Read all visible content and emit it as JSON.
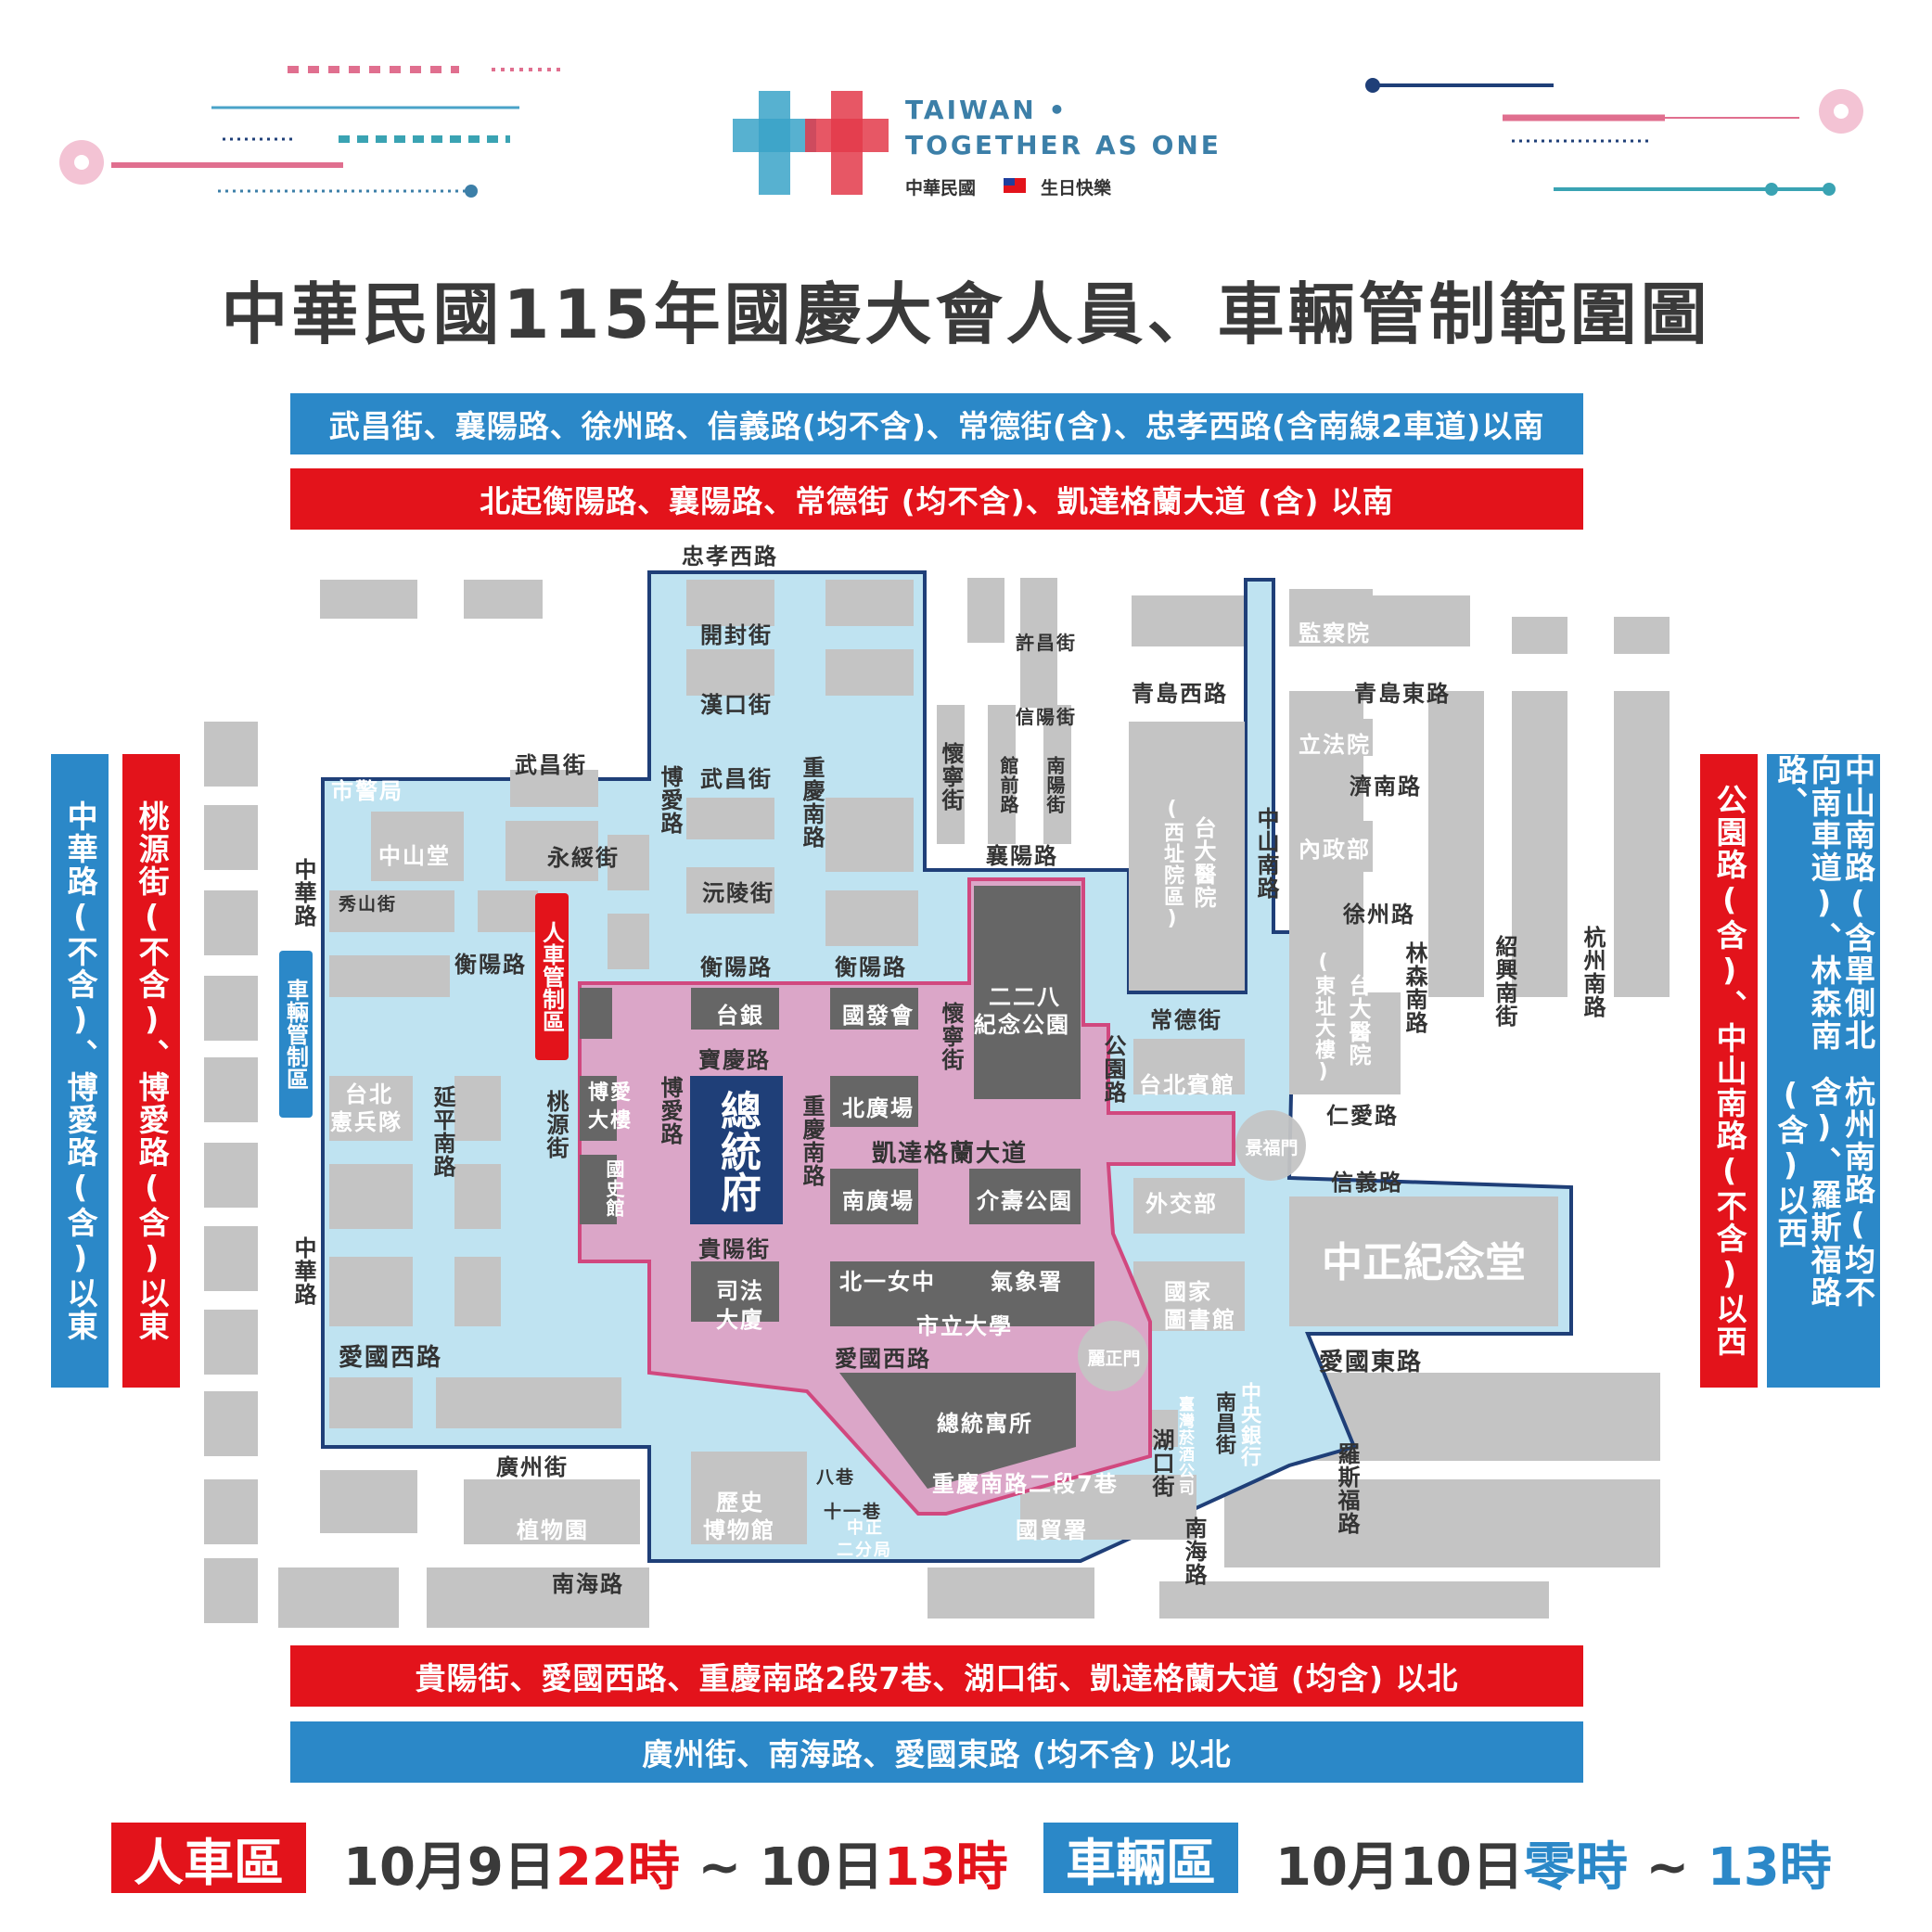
{
  "header": {
    "logo_line1": "TAIWAN •",
    "logo_line2": "TOGETHER AS ONE",
    "logo_sub_left": "中華民國",
    "logo_sub_right": "生日快樂",
    "title": "中華民國115年國慶大會人員、車輛管制範圍圖"
  },
  "banners": {
    "top_blue": "武昌街、襄陽路、徐州路、信義路(均不含)、常德街(含)、忠孝西路(含南線2車道)以南",
    "top_red": "北起衡陽路、襄陽路、常德街 (均不含)、凱達格蘭大道 (含) 以南",
    "bottom_red": "貴陽街、愛國西路、重慶南路2段7巷、湖口街、凱達格蘭大道 (均含) 以北",
    "bottom_blue": "廣州街、南海路、愛國東路 (均不含) 以北",
    "left_blue": "中華路(不含)、博愛路(含)以東",
    "left_red": "桃源街(不含)、博愛路(含)以東",
    "right_red": "公園路(含)、中山南路(不含)以西",
    "right_blue_col1": "中山南路(含單側北向南車道)、林森南路、",
    "right_blue_col2": "杭州南路(均不含)、羅斯福路(含)以西"
  },
  "map": {
    "zone_person_vehicle": "人車管制區",
    "zone_vehicle": "車輛管制區",
    "landmark_main": "總統府",
    "landmark_memorial": "中正紀念堂",
    "gate_east": "景福門",
    "gate_south": "麗正門",
    "roads": {
      "zhongxiao_w": "忠孝西路",
      "kaifeng": "開封街",
      "hankou": "漢口街",
      "wuchang_a": "武昌街",
      "wuchang_b": "武昌街",
      "xuchang": "許昌街",
      "xinyang": "信陽街",
      "qingdao_w": "青島西路",
      "qingdao_e": "青島東路",
      "jinan": "濟南路",
      "xuzhou": "徐州路",
      "xiangyang": "襄陽路",
      "yongsui": "永綏街",
      "yuanling": "沅陵街",
      "hengyang_a": "衡陽路",
      "hengyang_b": "衡陽路",
      "hengyang_c": "衡陽路",
      "baoqing": "寶慶路",
      "ketagalan": "凱達格蘭大道",
      "guiyang": "貴陽街",
      "aiguo_w_a": "愛國西路",
      "aiguo_w_b": "愛國西路",
      "aiguo_e": "愛國東路",
      "guangzhou": "廣州街",
      "nanhai_a": "南海路",
      "changde": "常德街",
      "renai": "仁愛路",
      "xinyi": "信義路",
      "xiushan": "秀山街",
      "chongqing_s_2_7": "重慶南路二段7巷",
      "bajiang": "八巷",
      "shiyi": "十一巷",
      "zhonghua_a": "中華路",
      "zhonghua_b": "中華路",
      "boai_a": "博愛路",
      "boai_b": "博愛路",
      "chongqing_a": "重慶南路",
      "chongqing_b": "重慶南路",
      "huaining_a": "懷寧街",
      "huaining_b": "懷寧街",
      "guanqian": "館前路",
      "nanyang": "南陽街",
      "zhongshan_s": "中山南路",
      "yanping_s": "延平南路",
      "taoyuan": "桃源街",
      "gongyuan": "公園路",
      "linsen_s": "林森南路",
      "shaoxing_s": "紹興南街",
      "hangzhou_s": "杭州南路",
      "hukou": "湖口街",
      "nanchang": "南昌街",
      "nanhai_b": "南海路",
      "roosevelt": "羅斯福路"
    },
    "places": {
      "city_police": "市警局",
      "zhongshan_hall": "中山堂",
      "taipei_mp1": "台北",
      "taipei_mp2": "憲兵隊",
      "boai_bldg1": "博愛",
      "boai_bldg2": "大樓",
      "academia": "國史館",
      "bank_tw": "台銀",
      "ndc": "國發會",
      "plaza_n": "北廣場",
      "plaza_s": "南廣場",
      "park_228_1": "二二八",
      "park_228_2": "紀念公園",
      "jieshou": "介壽公園",
      "judicial1": "司法",
      "judicial2": "大廈",
      "fgghs": "北一女中",
      "cwb": "氣象署",
      "utaipei": "市立大學",
      "residence": "總統寓所",
      "museum1": "歷史",
      "museum2": "博物館",
      "botanical": "植物園",
      "police2_1": "中正",
      "police2_2": "二分局",
      "trade": "國貿署",
      "tobacco": "臺灣菸酒公司",
      "central_bank": "中央銀行",
      "ntuh_w1": "台大醫院",
      "ntuh_w2": "(西址院區)",
      "ntuh_e1": "台大醫院",
      "ntuh_e2": "(東址大樓)",
      "control_yuan": "監察院",
      "legislative": "立法院",
      "interior": "內政部",
      "guesthouse": "台北賓館",
      "mofa": "外交部",
      "ncl1": "國家",
      "ncl2": "圖書館"
    }
  },
  "footer": {
    "pv_label": "人車區",
    "pv_time_a": "10月9日",
    "pv_time_b": "22時",
    "pv_time_c": " ~ 10日",
    "pv_time_d": "13時",
    "v_label": "車輛區",
    "v_time_a": "10月10日",
    "v_time_b": "零時",
    "v_time_c": " ~ ",
    "v_time_d": "13時"
  },
  "colors": {
    "banner_blue": "#2b88c8",
    "banner_red": "#e3131b",
    "vehicle_zone": "#bfe3f1",
    "person_zone": "#dba6c8",
    "vehicle_border": "#1f3f78",
    "person_border": "#d1487f",
    "block_grey": "#c4c4c4",
    "block_dark": "#666666",
    "presidential": "#1f3f78"
  }
}
